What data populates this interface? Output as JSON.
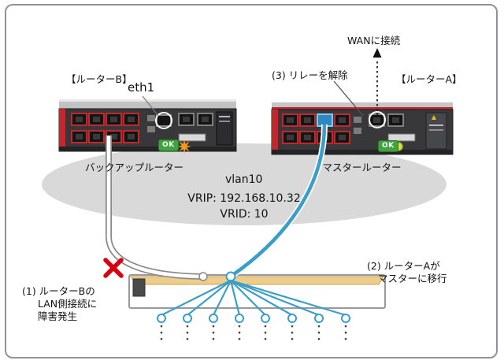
{
  "labels": {
    "wan": "WANに接続",
    "step3": "(3) リレーを解除",
    "router_b_title": "【ルーターB】",
    "router_a_title": "【ルーターA】",
    "eth1": "eth1",
    "backup_router": "バックアップルーター",
    "master_router": "マスタールーター",
    "vlan": "vlan10",
    "vrip": "VRIP: 192.168.10.32",
    "vrid": "VRID: 10",
    "step1_lines": [
      "(1) ルーターBの",
      "LAN側接続に",
      "障害発生"
    ],
    "step2_lines": [
      "(2) ルーターAが",
      "マスターに移行"
    ],
    "ok_badge": "OK"
  },
  "colors": {
    "cable_blue": "#3a9ec9",
    "failure_red": "#d6000f",
    "network_ellipse_gray": "#d9d9d9",
    "router_accent_red": "#c1272d",
    "ok_green": "#3fa33f",
    "blink_orange": "#f29b1d",
    "switch_top_band": "#edcd8c"
  }
}
